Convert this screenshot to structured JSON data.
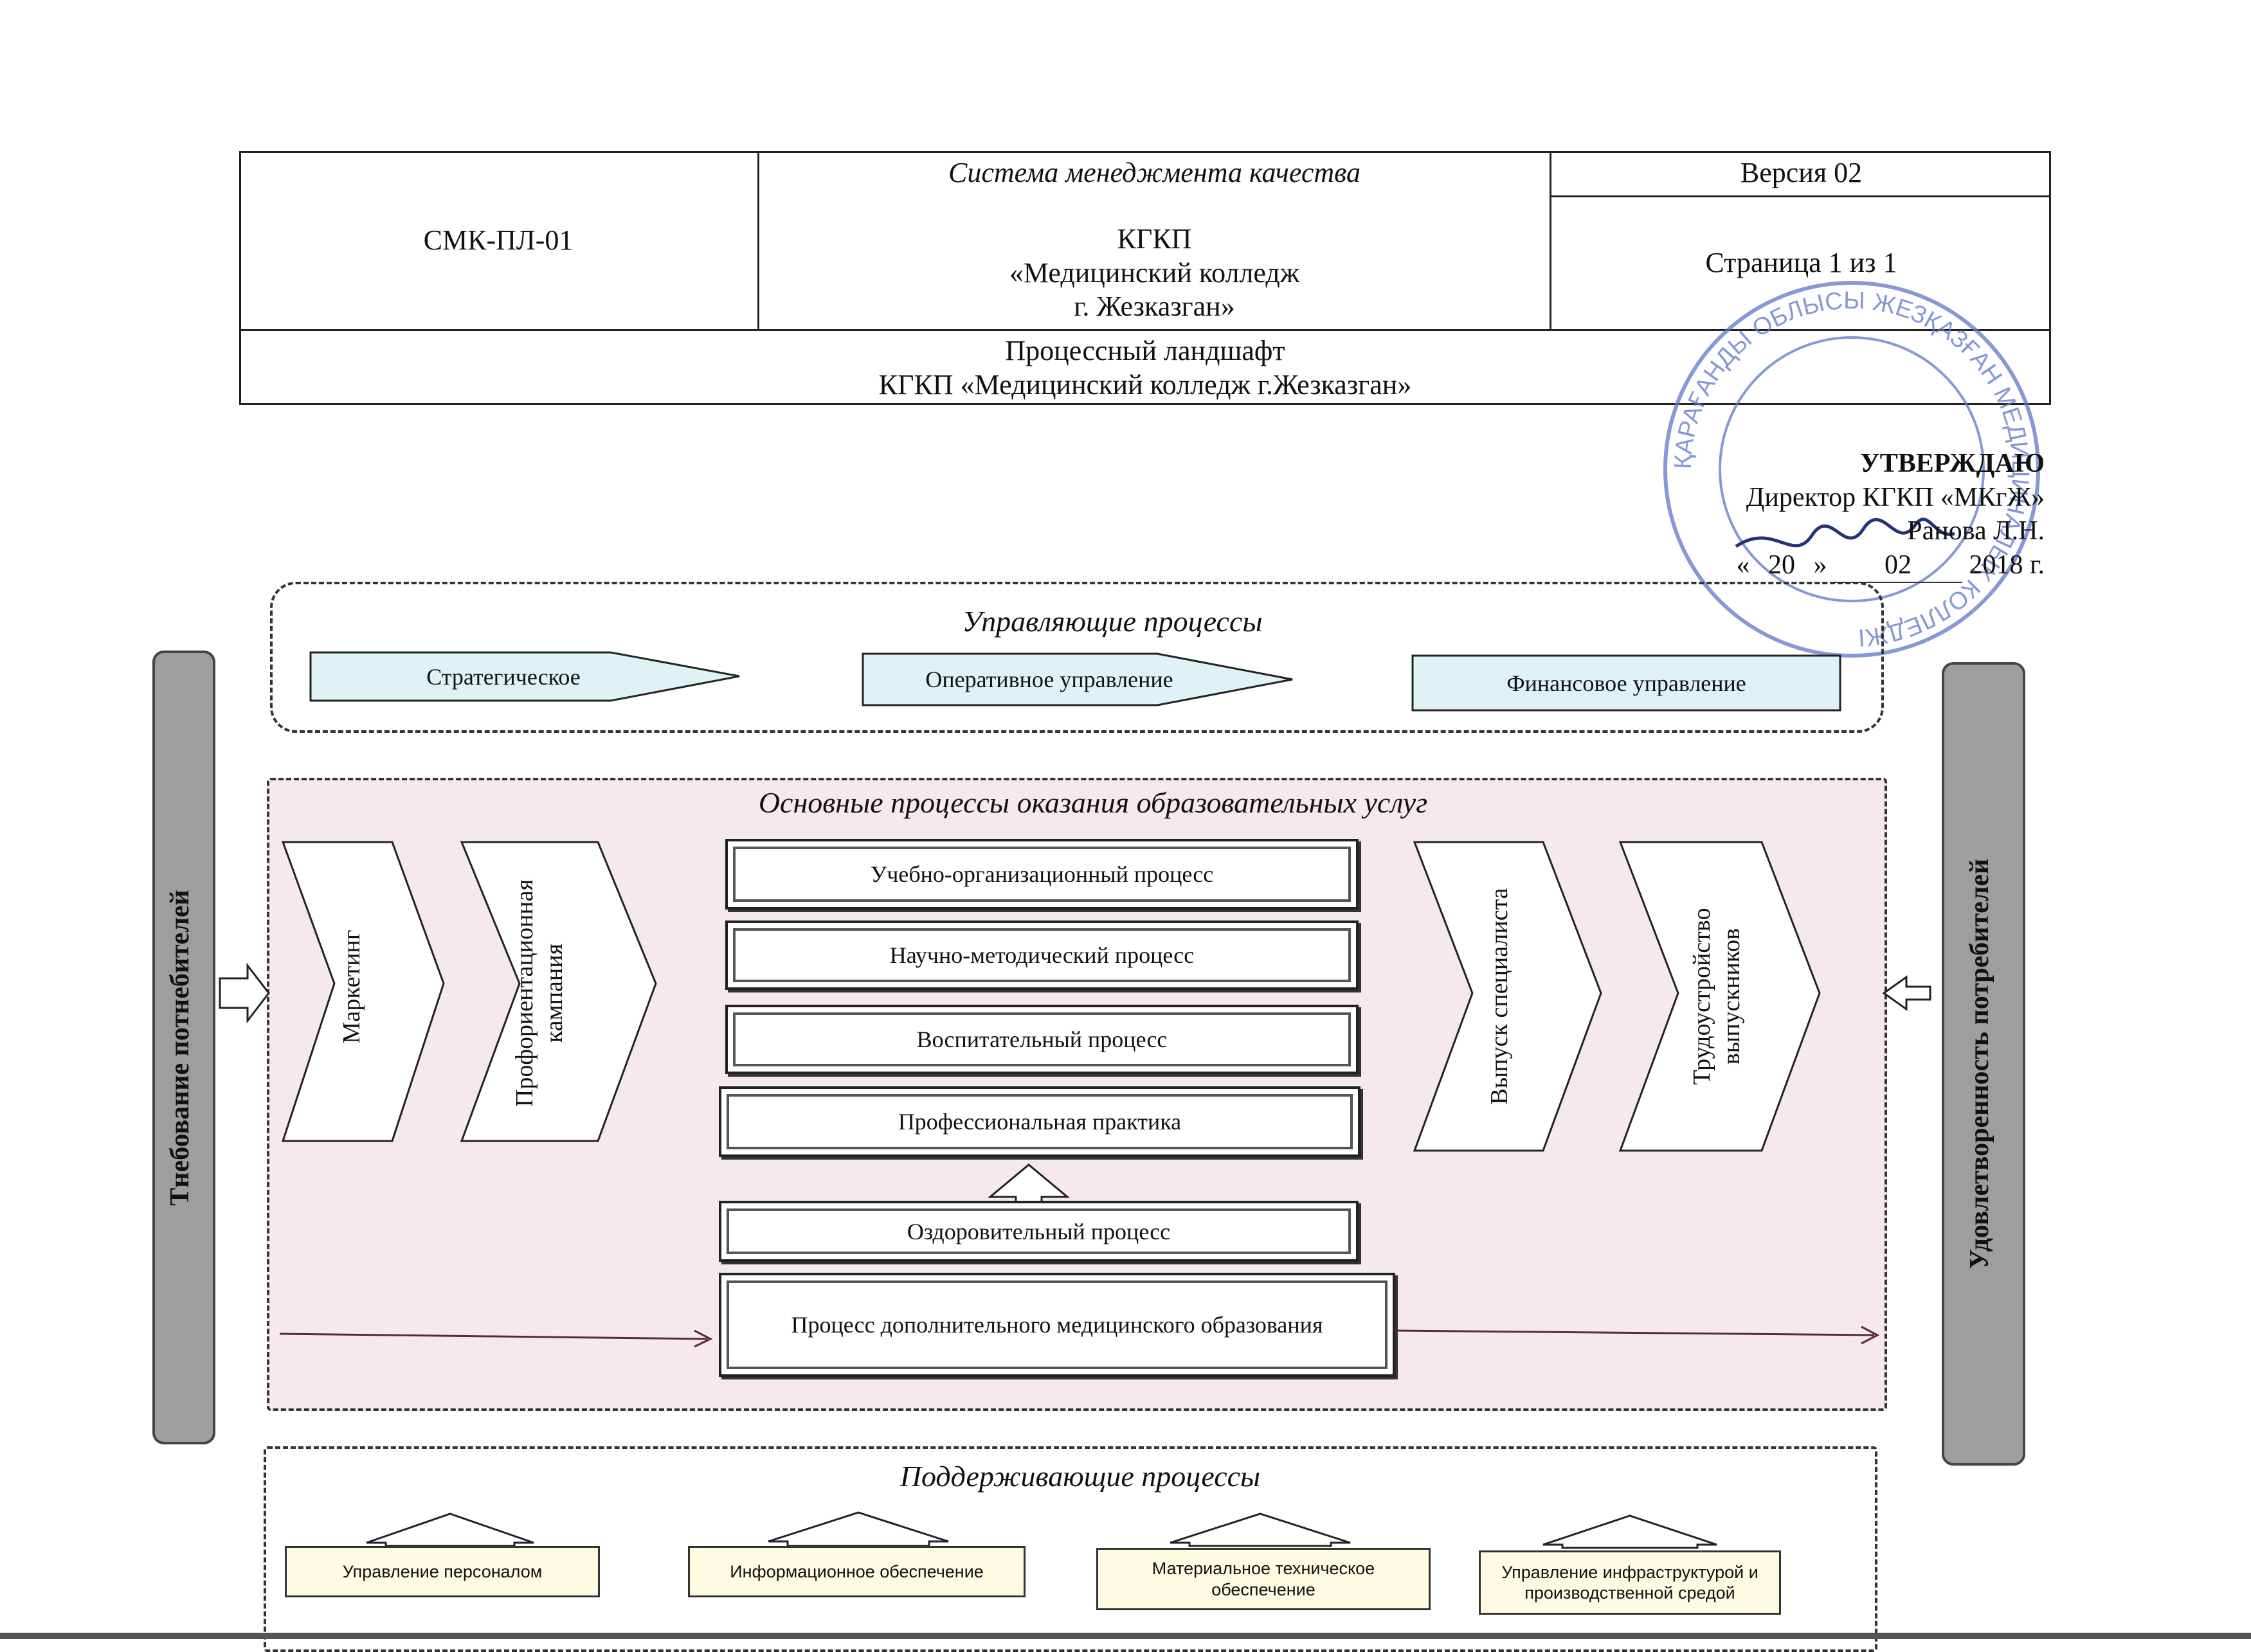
{
  "header": {
    "doc_code": "СМК-ПЛ-01",
    "system": "Система менеджмента качества",
    "org_line1": "КГКП",
    "org_line2": "«Медицинский колледж",
    "org_line3": "г. Жезказган»",
    "version": "Версия 02",
    "page": "Страница 1 из 1",
    "title_line1": "Процессный ландшафт",
    "title_line2": "КГКП «Медицинский колледж г.Жезказган»"
  },
  "approval": {
    "heading": "УТВЕРЖДАЮ",
    "position": "Директор КГКП «МКгЖ»",
    "signature_name": "Ранова Л.Н.",
    "date_open": "«",
    "date_day": "20",
    "date_close": "»",
    "date_month": "02",
    "date_year": "2018 г.",
    "stamp_text": "ҚАРАҒАНДЫ ОБЛЫСЫ ЖЕЗҚАЗҒАН МЕДИЦИНАЛЫҚ КОЛЛЕДЖІ"
  },
  "management": {
    "title": "Управляющие процессы",
    "items": [
      "Стратегическое",
      "Оперативное управление",
      "Финансовое управление"
    ]
  },
  "main": {
    "title": "Основные процессы оказания образовательных услуг",
    "left_chevrons": [
      "Маркетинг",
      "Профориентационная кампания"
    ],
    "center": [
      "Учебно-организационный процесс",
      "Научно-методический процесс",
      "Воспитательный процесс",
      "Профессиональная практика",
      "Оздоровительный процесс",
      "Процесс дополнительного медицинского образования"
    ],
    "right_chevrons": [
      "Выпуск специалиста",
      "Трудоустройство выпускников"
    ]
  },
  "sidebars": {
    "left": "Тнебование потнебителей",
    "right": "Удовлетворенность потребителей"
  },
  "support": {
    "title": "Поддерживающие процессы",
    "items": [
      "Управление персоналом",
      "Информационное обеспечение",
      "Материальное техническое обеспечение",
      "Управление инфраструктурой и производственной средой"
    ]
  },
  "colors": {
    "mgmt_fill": "#dff3f6",
    "main_fill": "#f6e9ee",
    "support_fill": "#fffbe2",
    "sidebar_fill": "#9e9e9e"
  }
}
